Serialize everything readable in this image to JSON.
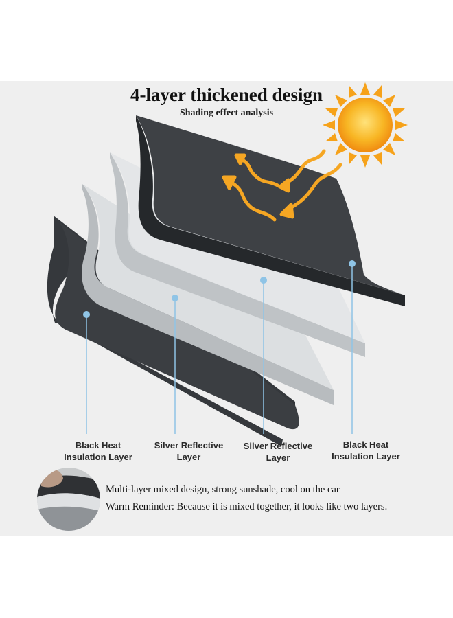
{
  "title": "4-layer thickened design",
  "subtitle": "Shading effect analysis",
  "layers": [
    {
      "label": "Black Heat Insulation Layer",
      "color": "#3b3e42"
    },
    {
      "label": "Silver Reflective Layer",
      "color": "#dcdfe1"
    },
    {
      "label": "Silver Reflective Layer",
      "color": "#e4e6e8"
    },
    {
      "label": "Black Heat Insulation Layer",
      "color": "#3e4145"
    }
  ],
  "label_texts": {
    "l1a": "Black Heat",
    "l1b": "Insulation Layer",
    "l2a": "Silver Reflective",
    "l2b": "Layer",
    "l3a": "Silver Reflective",
    "l3b": "Layer",
    "l4a": "Black Heat",
    "l4b": "Insulation Layer"
  },
  "notes": {
    "line1": "Multi-layer mixed design, strong sunshade, cool on the car",
    "line2": "Warm Reminder: Because it is mixed together, it looks like two layers."
  },
  "colors": {
    "background": "#efefef",
    "pointer": "#8fc4e6",
    "sun": "#f6a21a",
    "arrow": "#f5a623"
  },
  "icons": [
    "sun-icon",
    "heat-arrow-icon",
    "fabric-photo-icon"
  ]
}
